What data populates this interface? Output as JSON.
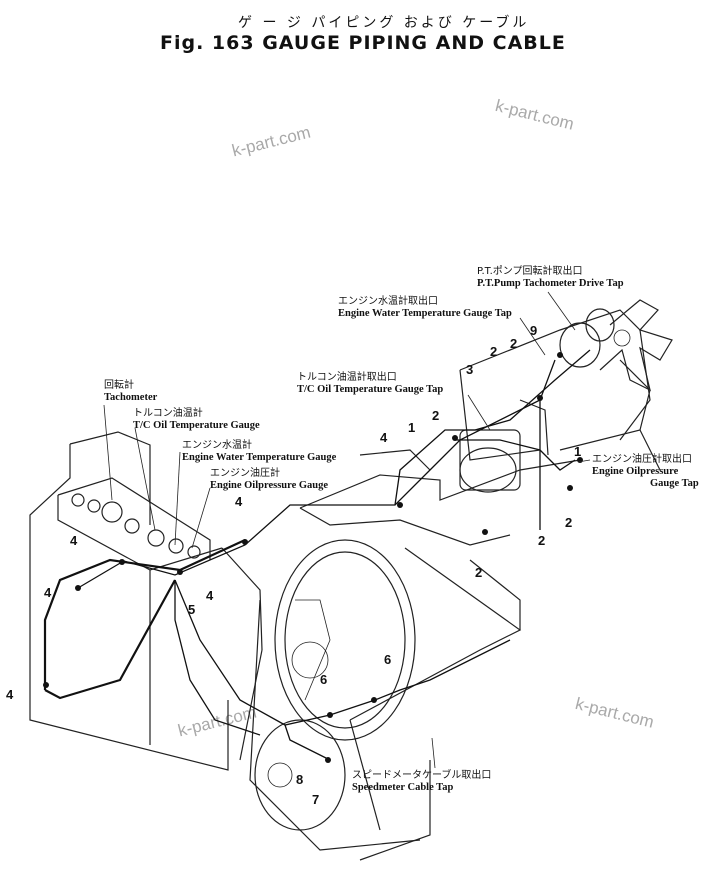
{
  "title": {
    "japanese": "ゲ ー ジ パイピング および ケーブル",
    "english": "Fig. 163 GAUGE PIPING AND CABLE"
  },
  "watermarks": [
    "k-part.com",
    "k-part.com",
    "k-part.com",
    "k-part.com"
  ],
  "labels": {
    "pt_pump": {
      "jp": "P.T.ポンプ回転計取出口",
      "en": "P.T.Pump Tachometer Drive Tap"
    },
    "water_tap": {
      "jp": "エンジン水温計取出口",
      "en": "Engine Water Temperature Gauge Tap"
    },
    "tc_tap": {
      "jp": "トルコン油温計取出口",
      "en": "T/C Oil Temperature Gauge Tap"
    },
    "tachometer": {
      "jp": "回転計",
      "en": "Tachometer"
    },
    "tc_gauge": {
      "jp": "トルコン油温計",
      "en": "T/C Oil Temperature Gauge"
    },
    "water_gauge": {
      "jp": "エンジン水温計",
      "en": "Engine Water Temperature Gauge"
    },
    "oil_gauge": {
      "jp": "エンジン油圧計",
      "en": "Engine Oilpressure Gauge"
    },
    "oil_tap": {
      "jp": "エンジン油圧計取出口",
      "en1": "Engine Oilpressure",
      "en2": "Gauge Tap"
    },
    "speedo": {
      "jp": "スピードメータケーブル取出口",
      "en": "Speedmeter Cable Tap"
    }
  },
  "callouts": [
    "9",
    "2",
    "2",
    "3",
    "2",
    "1",
    "4",
    "1",
    "2",
    "2",
    "2",
    "4",
    "4",
    "4",
    "4",
    "5",
    "4",
    "6",
    "6",
    "8",
    "7"
  ]
}
